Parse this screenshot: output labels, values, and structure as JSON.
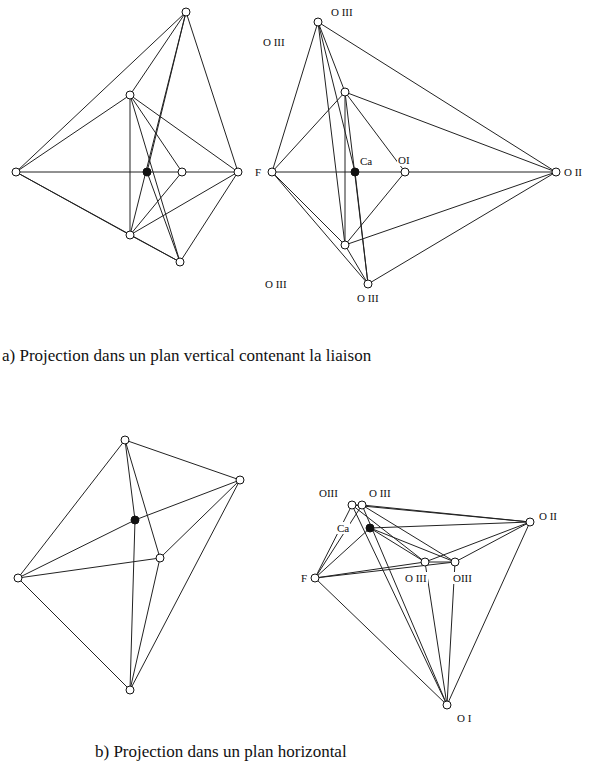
{
  "diagram": {
    "labels": [
      "O III",
      "O III",
      "F",
      "Ca",
      "OI",
      "O II",
      "O III",
      "O III",
      "a) Projection dans un plan vertical contenant la liaison",
      "OIII",
      "O III",
      "O II",
      "F",
      "Ca",
      "O III",
      "OIII",
      "O I",
      "b) Projection dans un plan horizontal"
    ]
  }
}
